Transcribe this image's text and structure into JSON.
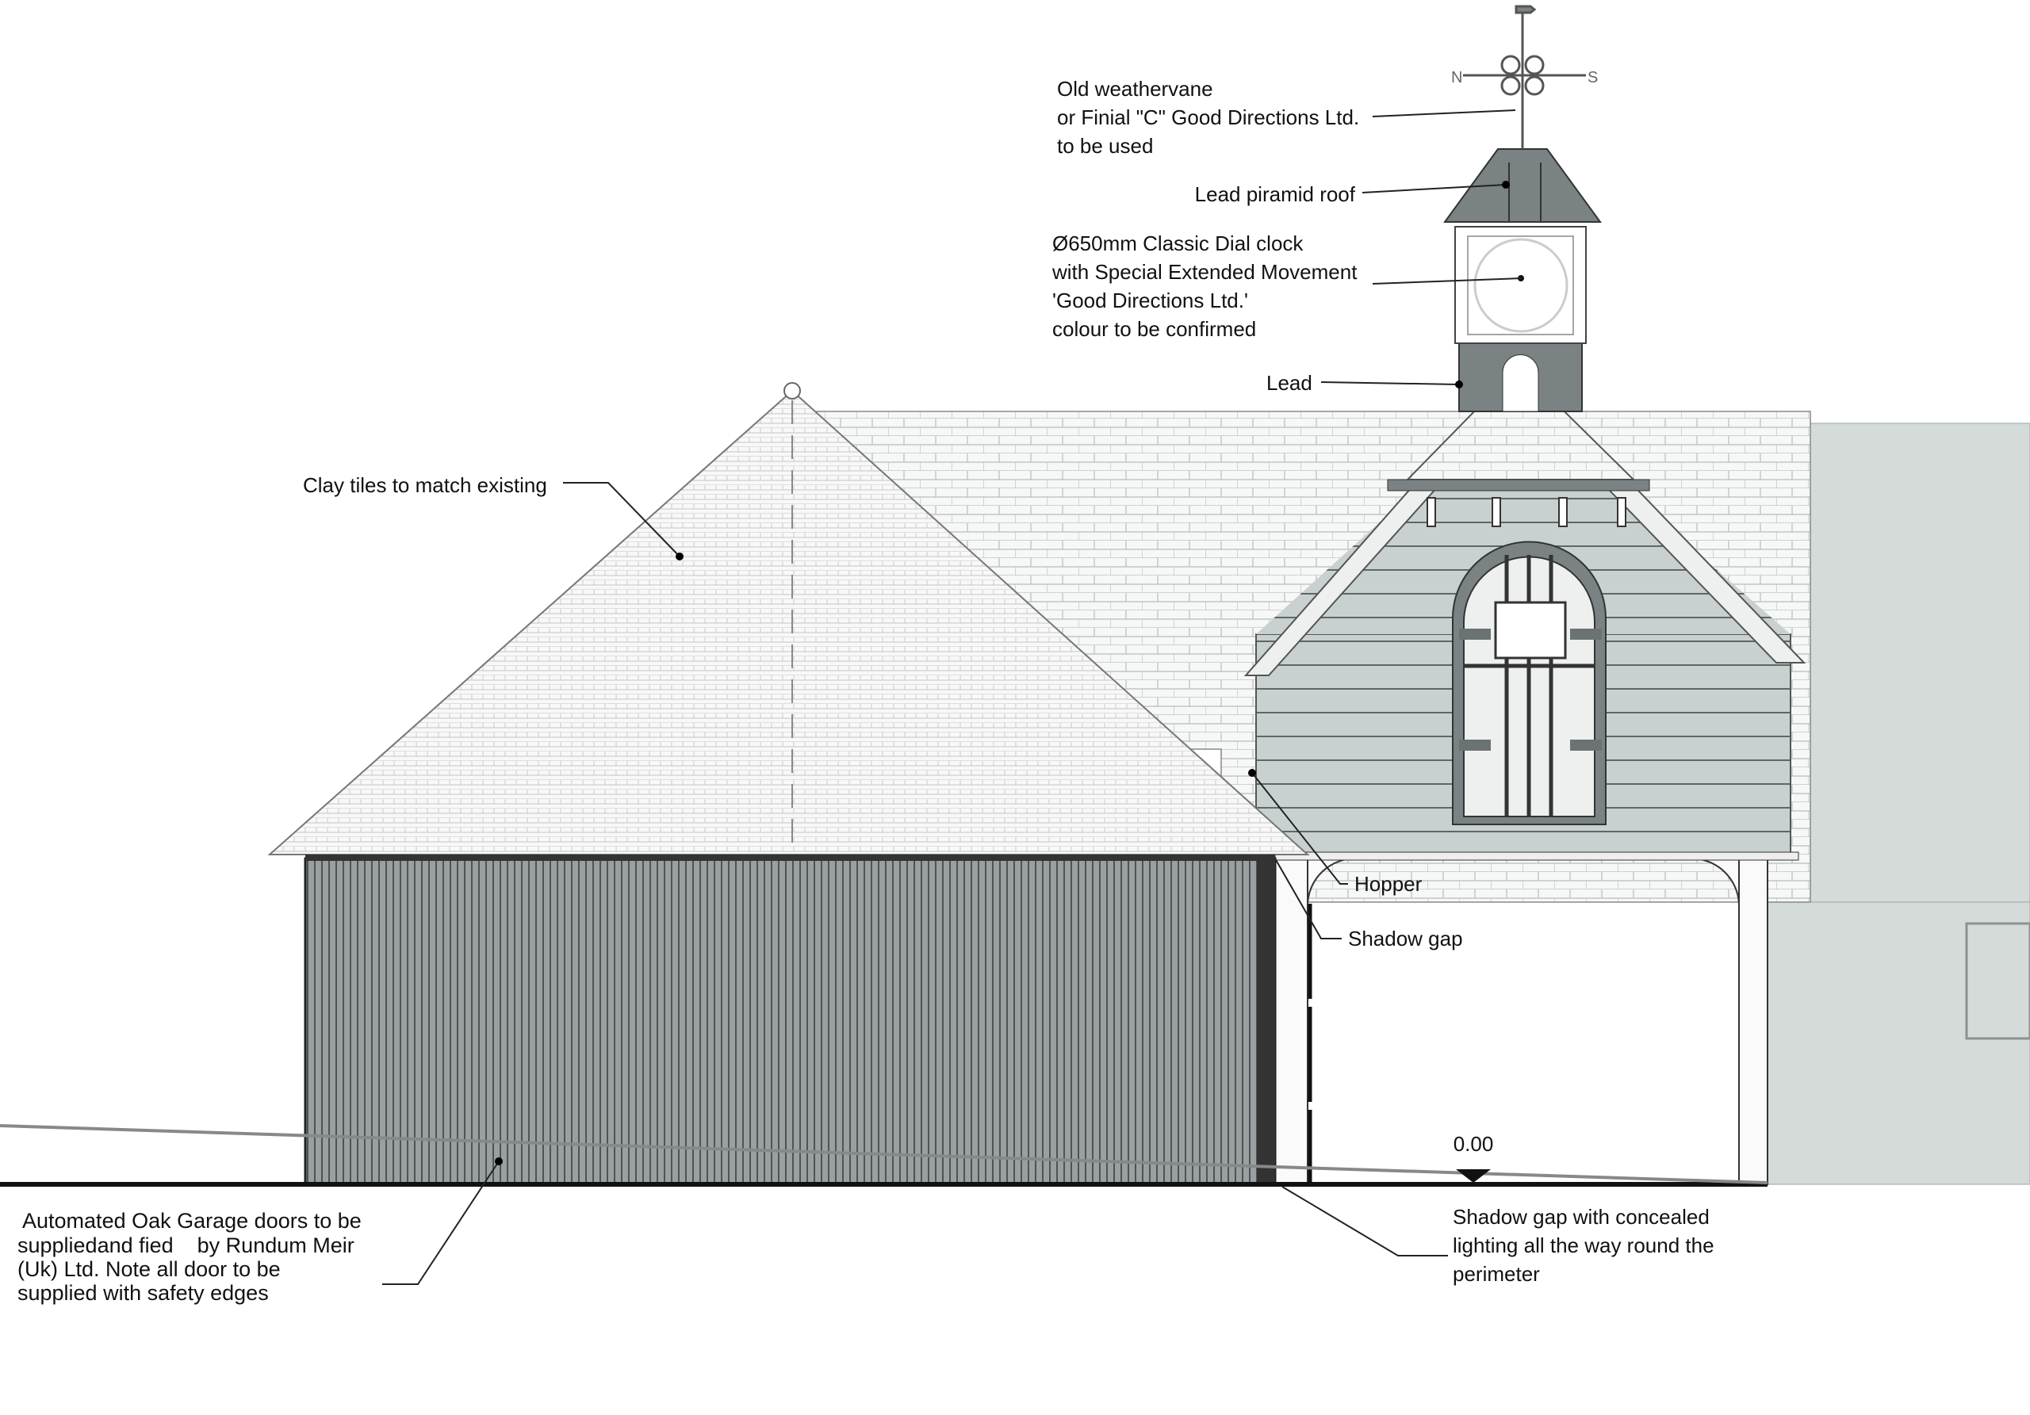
{
  "annotations": {
    "weathervane": [
      "Old weathervane",
      "or Finial \"C\" Good Directions Ltd.",
      "to be used"
    ],
    "lead_roof": "Lead piramid roof",
    "clock": [
      "Ø650mm Classic Dial clock",
      "with Special Extended Movement",
      "'Good Directions Ltd.'",
      "colour to be confirmed"
    ],
    "lead": "Lead",
    "clay_tiles": "Clay tiles to match existing",
    "hopper": "Hopper",
    "shadow_gap": "Shadow gap",
    "level": "0.00",
    "shadow_gap_lighting": [
      "Shadow gap with concealed",
      "lighting all the way round the",
      "perimeter"
    ],
    "garage_doors": [
      " Automated Oak Garage doors to be",
      "suppliedand fied    by Rundum Meir",
      "(Uk) Ltd. Note all door to be",
      "supplied with safety edges"
    ]
  },
  "compass": {
    "north": "N",
    "south": "S"
  },
  "colors": {
    "lead": "#7a8283",
    "wall": "#d4dbd9",
    "door": "#8e9394",
    "tile": "#f4f5f5"
  }
}
